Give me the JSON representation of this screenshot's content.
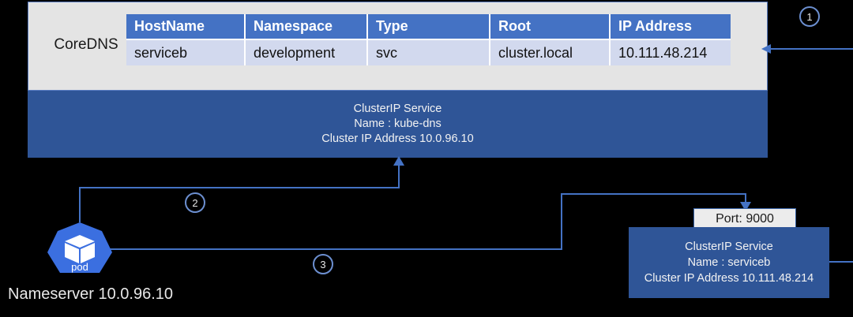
{
  "diagram": {
    "coredns": {
      "label": "CoreDNS",
      "table": {
        "headers": [
          "HostName",
          "Namespace",
          "Type",
          "Root",
          "IP Address"
        ],
        "rows": [
          [
            "serviceb",
            "development",
            "svc",
            "cluster.local",
            "10.111.48.214"
          ]
        ]
      },
      "service": {
        "title": "ClusterIP Service",
        "name": "Name : kube-dns",
        "ip": "Cluster IP Address 10.0.96.10"
      }
    },
    "pod": {
      "icon_label": "pod",
      "caption": "Nameserver 10.0.96.10"
    },
    "backend": {
      "port": "Port: 9000",
      "service": {
        "title": "ClusterIP Service",
        "name": "Name : serviceb",
        "ip": "Cluster IP Address 10.111.48.214"
      }
    },
    "steps": {
      "one": "1",
      "two": "2",
      "three": "3"
    },
    "colors": {
      "accent_blue": "#4472C4",
      "deep_blue": "#2F5597",
      "table_row": "#D2D9EE",
      "panel_gray": "#E4E4E4",
      "pod_blue": "#3B6FE0"
    }
  }
}
